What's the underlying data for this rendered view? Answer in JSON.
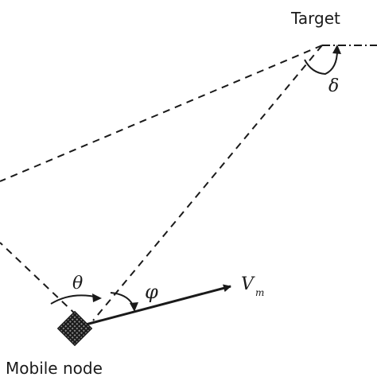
{
  "labels": {
    "target": "Target",
    "mobile_node": "Mobile node",
    "theta": "θ",
    "phi": "φ",
    "delta": "δ",
    "velocity_main": "V",
    "velocity_sub": "m"
  },
  "colors": {
    "line": "#1a1a1a",
    "background": "#ffffff"
  }
}
